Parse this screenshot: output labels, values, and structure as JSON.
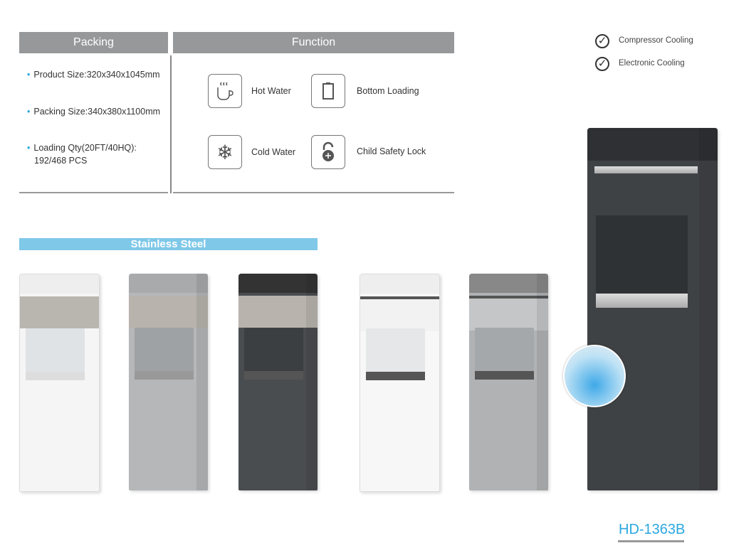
{
  "packing": {
    "title": "Packing",
    "items": [
      "Product Size:320x340x1045mm",
      "Packing Size:340x380x1100mm",
      "Loading Qty(20FT/40HQ):",
      "192/468 PCS"
    ]
  },
  "function": {
    "title": "Function",
    "items": [
      {
        "label": "Hot Water",
        "icon": "hot-cup-icon"
      },
      {
        "label": "Bottom Loading",
        "icon": "bottle-icon"
      },
      {
        "label": "Cold Water",
        "icon": "snowflake-icon"
      },
      {
        "label": "Child Safety Lock",
        "icon": "lock-icon"
      }
    ]
  },
  "cooling": [
    "Compressor Cooling",
    "Electronic Cooling"
  ],
  "section": {
    "title": "Stainless Steel"
  },
  "model": "HD-1363B",
  "colors": {
    "header": "#96989a",
    "accent": "#2aa7e0",
    "banner": "#7fc8e8"
  }
}
